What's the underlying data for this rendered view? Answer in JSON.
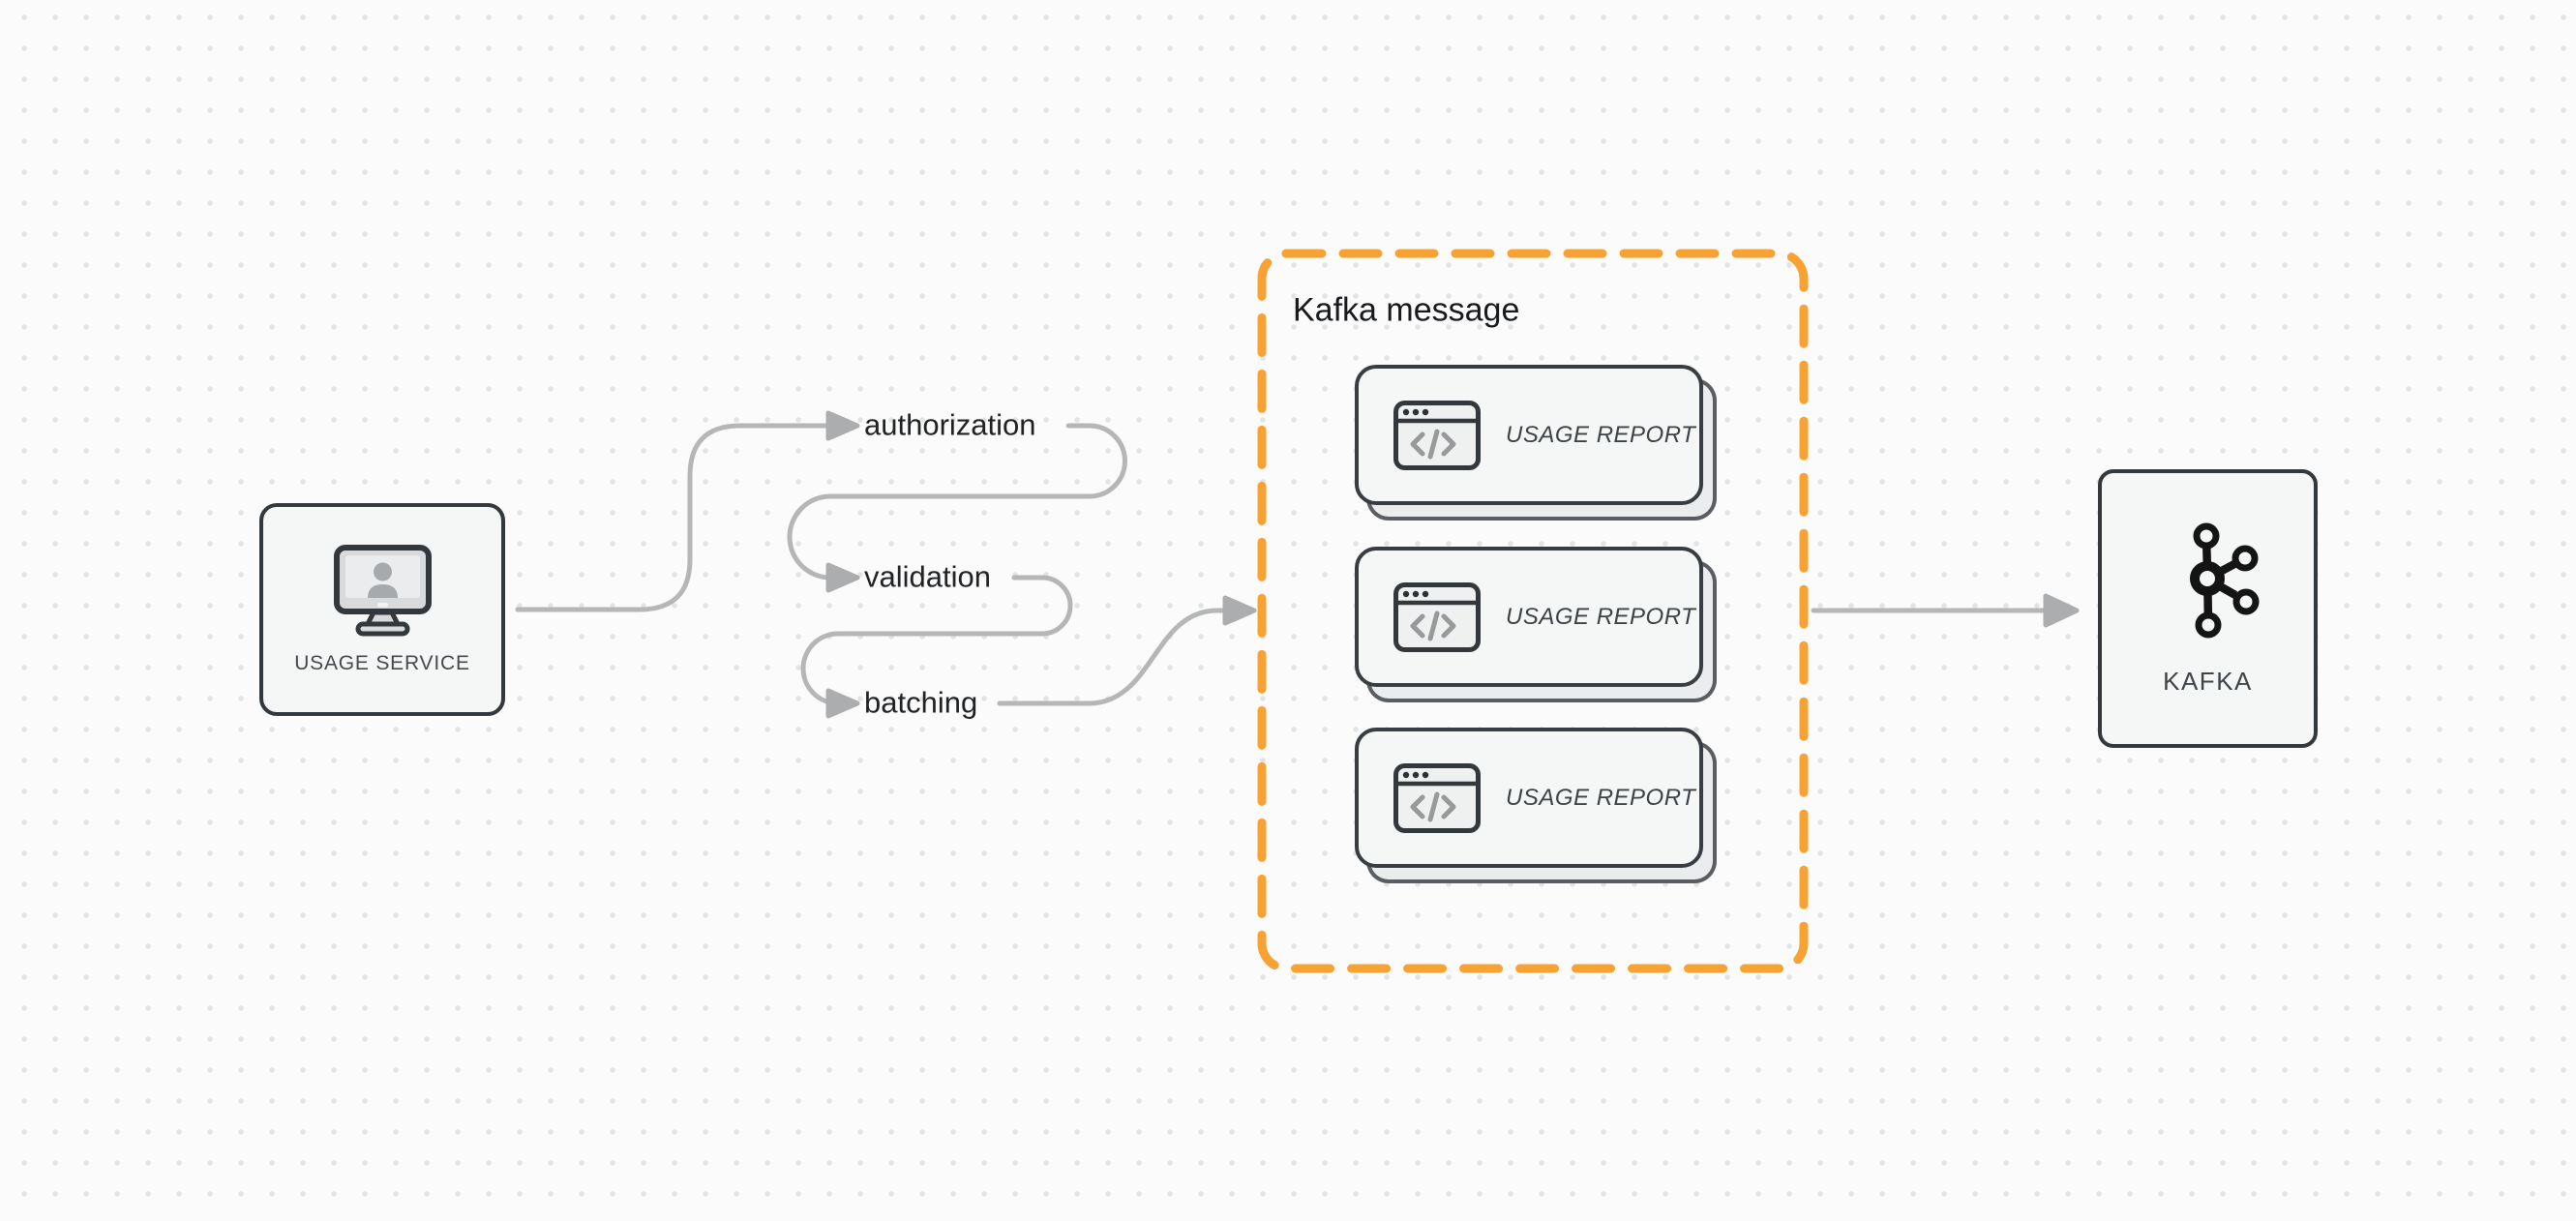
{
  "diagram": {
    "usage_service": {
      "label": "USAGE SERVICE"
    },
    "pipeline_steps": [
      {
        "label": "authorization"
      },
      {
        "label": "validation"
      },
      {
        "label": "batching"
      }
    ],
    "kafka_message": {
      "title": "Kafka message",
      "reports": [
        {
          "label": "USAGE REPORT"
        },
        {
          "label": "USAGE REPORT"
        },
        {
          "label": "USAGE REPORT"
        }
      ]
    },
    "kafka": {
      "label": "KAFKA"
    },
    "colors": {
      "accent_orange": "#F8A233",
      "connector_gray": "#B5B6B6",
      "node_border": "#33383D",
      "node_fill": "#F5F6F6"
    }
  }
}
